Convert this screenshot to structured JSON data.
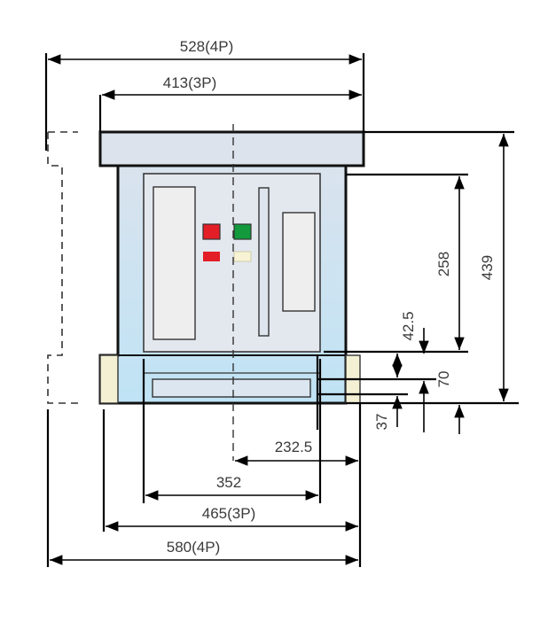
{
  "dimensions": {
    "width_4p_top": "528(4P)",
    "width_3p_top": "413(3P)",
    "height_total": "439",
    "height_upper": "258",
    "dim_42_5": "42.5",
    "dim_70": "70",
    "dim_37": "37",
    "dim_232_5": "232.5",
    "dim_352": "352",
    "width_3p_bottom": "465(3P)",
    "width_4p_bottom": "580(4P)"
  },
  "colors": {
    "cabinet_top": "#dde3ec",
    "cabinet_bottom": "#bfe3f5",
    "indicator_red": "#e31e26",
    "indicator_green": "#129a3c",
    "indicator_cream": "#f7f3d4",
    "foot_fill": "#f4f0d4"
  }
}
